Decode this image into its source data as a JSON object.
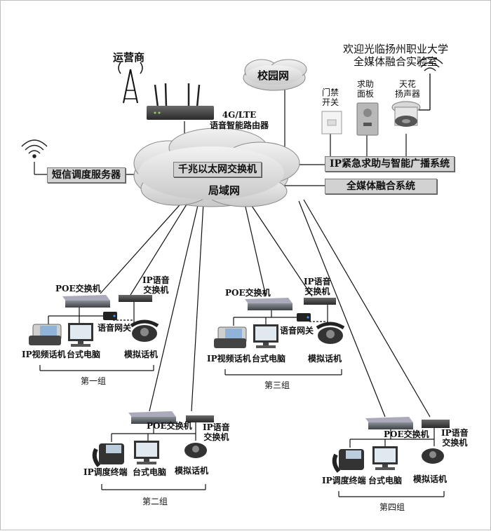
{
  "top": {
    "carrier": "运营商",
    "router": "4G/LTE\n语音智能路由器",
    "campus_net": "校园网",
    "welcome": "欢迎光临扬州职业大学\n全媒体融合实验室"
  },
  "core": {
    "switch": "千兆以太网交换机",
    "lan": "局域网",
    "sms_server": "短信调度服务器"
  },
  "right": {
    "door": "门禁\n开关",
    "help_panel": "求助\n面板",
    "ceiling_speaker": "天花\n扬声器",
    "emergency_system": "IP紧急求助与智能广播系统",
    "media_system": "全媒体融合系统"
  },
  "groups": {
    "g1": {
      "poe": "POE交换机",
      "voip": "IP语音\n交换机",
      "gateway": "语音网关",
      "videophone": "IP视频话机",
      "pc": "台式电脑",
      "analog": "模拟话机",
      "name": "第一组"
    },
    "g2": {
      "poe": "POE交换机",
      "voip": "IP语音\n交换机",
      "terminal": "IP调度终端",
      "pc": "台式电脑",
      "analog": "模拟话机",
      "name": "第二组"
    },
    "g3": {
      "poe": "POE交换机",
      "voip": "IP语音\n交换机",
      "gateway": "语音网关",
      "videophone": "IP视频话机",
      "pc": "台式电脑",
      "analog": "模拟话机",
      "name": "第三组"
    },
    "g4": {
      "poe": "POE交换机",
      "voip": "IP语音\n交换机",
      "terminal": "IP调度终端",
      "pc": "台式电脑",
      "analog": "模拟话机",
      "name": "第四组"
    }
  }
}
